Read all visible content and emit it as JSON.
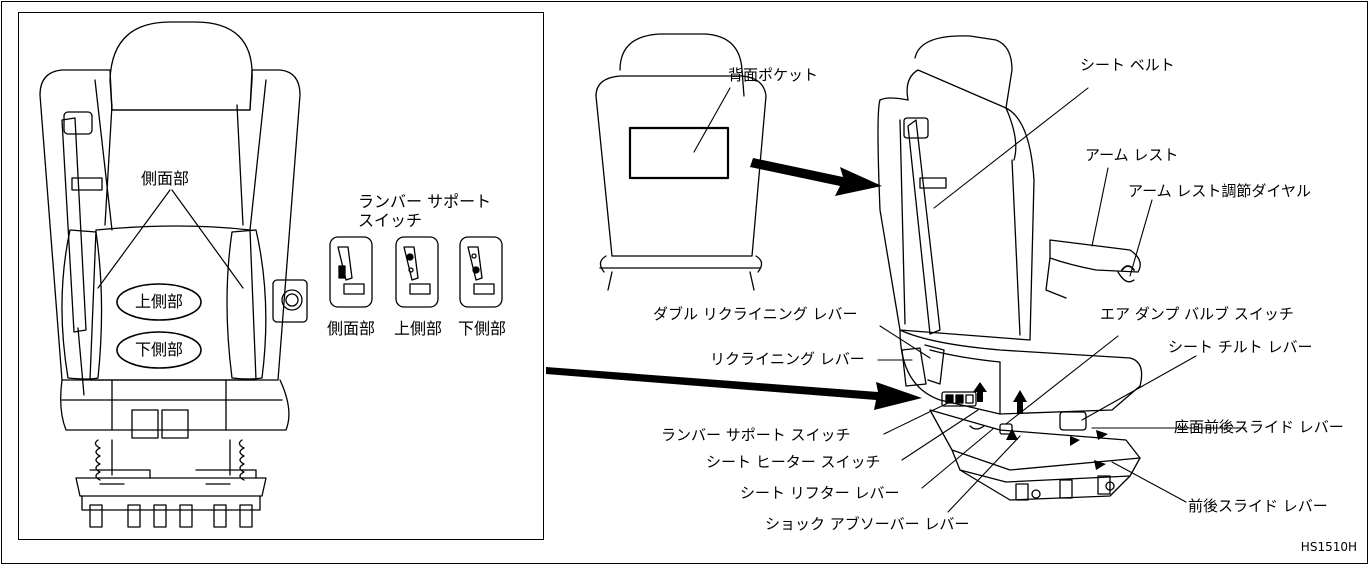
{
  "figure_code": "HS1510H",
  "left_view": {
    "side_label": "側面部",
    "upper_label": "上側部",
    "lower_label": "下側部"
  },
  "lumbar_panel": {
    "title_line1": "ランバー サポート",
    "title_line2": "スイッチ",
    "switches": [
      {
        "label": "側面部"
      },
      {
        "label": "上側部"
      },
      {
        "label": "下側部"
      }
    ]
  },
  "right_view": {
    "labels": {
      "back_pocket": "背面ポケット",
      "seat_belt": "シート ベルト",
      "arm_rest": "アーム レスト",
      "arm_rest_dial": "アーム レスト調節ダイヤル",
      "double_reclining_lever": "ダブル リクライニング レバー",
      "reclining_lever": "リクライニング レバー",
      "air_damper_switch": "エア ダンプ バルブ スイッチ",
      "seat_tilt_lever": "シート チルト レバー",
      "seat_slide_lever": "座面前後スライド レバー",
      "lumbar_switch": "ランバー サポート スイッチ",
      "seat_heater_switch": "シート ヒーター スイッチ",
      "seat_lifter_lever": "シート リフター レバー",
      "front_rear_slide_lever": "前後スライド レバー",
      "shock_absorber_lever": "ショック アブソーバー レバー"
    }
  }
}
